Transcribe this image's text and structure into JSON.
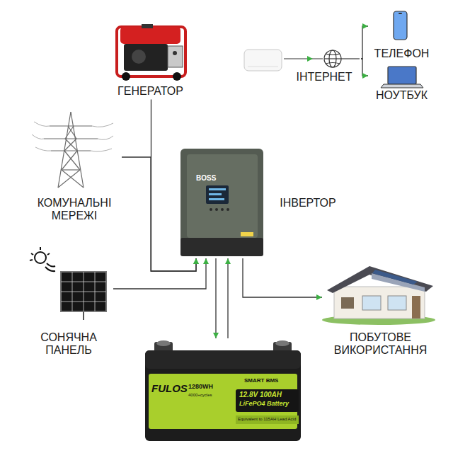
{
  "diagram": {
    "nodes": [
      {
        "text": [
          "ГЕНЕРАТОР"
        ]
      },
      {
        "text": [
          "КОМУНАЛЬНІ МЕРЕЖІ"
        ]
      },
      {
        "text": [
          "ІНТЕРНЕТ"
        ]
      },
      {
        "text": [
          "ТЕЛЕФОН"
        ]
      },
      {
        "text": [
          "НОУТБУК"
        ]
      },
      {
        "text": [
          "ІНВЕРТОР",
          "BOSS"
        ]
      },
      {
        "text": [
          "СОНЯЧНА ПАНЕЛЬ"
        ]
      },
      {
        "text": [
          "FULOS",
          "1280WH",
          "4000+cycles",
          "SMART BMS",
          "12.8V 100AH",
          "LiFePO4 Battery",
          "Equivalent to 115AH Lead Acid"
        ]
      },
      {
        "text": [
          "ПОБУТОВЕ ВИКОРИСТАННЯ"
        ]
      }
    ],
    "edges": [
      {
        "from": 0,
        "to": 5,
        "arrow": "to"
      },
      {
        "from": 1,
        "to": 5,
        "arrow": "to"
      },
      {
        "from": 6,
        "to": 5,
        "arrow": "to"
      },
      {
        "from": 5,
        "to": 7,
        "arrow": "to"
      },
      {
        "from": 7,
        "to": 5,
        "arrow": "to"
      },
      {
        "from": 5,
        "to": 8,
        "arrow": "to"
      },
      {
        "from": 2,
        "to": 3,
        "arrow": "to"
      },
      {
        "from": 2,
        "to": 4,
        "arrow": "to"
      }
    ]
  }
}
